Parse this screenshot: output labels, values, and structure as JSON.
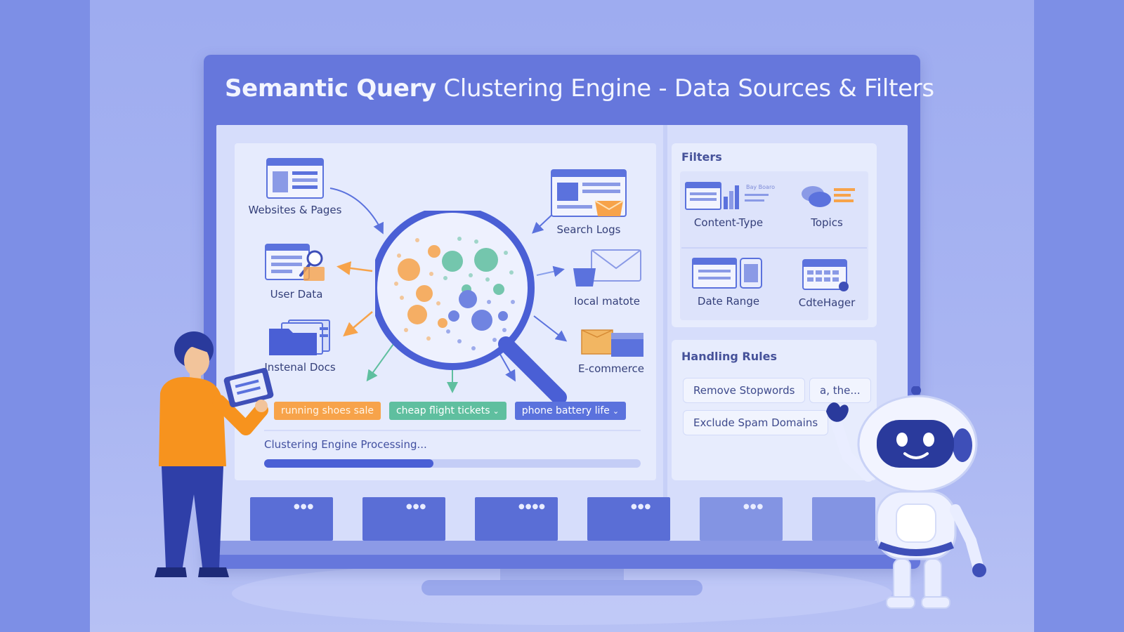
{
  "title": {
    "bold": "Semantic Query",
    "rest": " Clustering Engine - Data Sources & Filters"
  },
  "sources": [
    {
      "label": "Websites & Pages",
      "icon": "webpage-icon"
    },
    {
      "label": "User Data",
      "icon": "user-data-icon"
    },
    {
      "label": "Instenal Docs",
      "icon": "documents-icon"
    },
    {
      "label": "Search Logs",
      "icon": "search-logs-icon"
    },
    {
      "label": "Iocal matote",
      "icon": "email-icon"
    },
    {
      "label": "E-commerce",
      "icon": "ecommerce-icon"
    }
  ],
  "queries": [
    "running shoes sale",
    "cheap flight tickets",
    "phone battery life"
  ],
  "query_chevron": "⌄",
  "processing": {
    "label": "Clustering Engine Processing...",
    "progress": 0.45
  },
  "filters": {
    "title": "Filters",
    "faint_text": "Bay Boaro",
    "items": [
      {
        "label": "Content-Type",
        "icon": "content-type-icon"
      },
      {
        "label": "Topics",
        "icon": "topics-icon"
      },
      {
        "label": "Date Range",
        "icon": "date-range-icon"
      },
      {
        "label": "CdteHager",
        "icon": "calendar-icon"
      }
    ]
  },
  "handling_rules": {
    "title": "Handling Rules",
    "rules": [
      "Remove Stopwords",
      "a, the...",
      "Exclude Spam Domains"
    ]
  },
  "colors": {
    "accent": "#4a5fd5",
    "orange": "#f7a34a",
    "green": "#5fbf9f",
    "blue": "#5b72dd"
  }
}
